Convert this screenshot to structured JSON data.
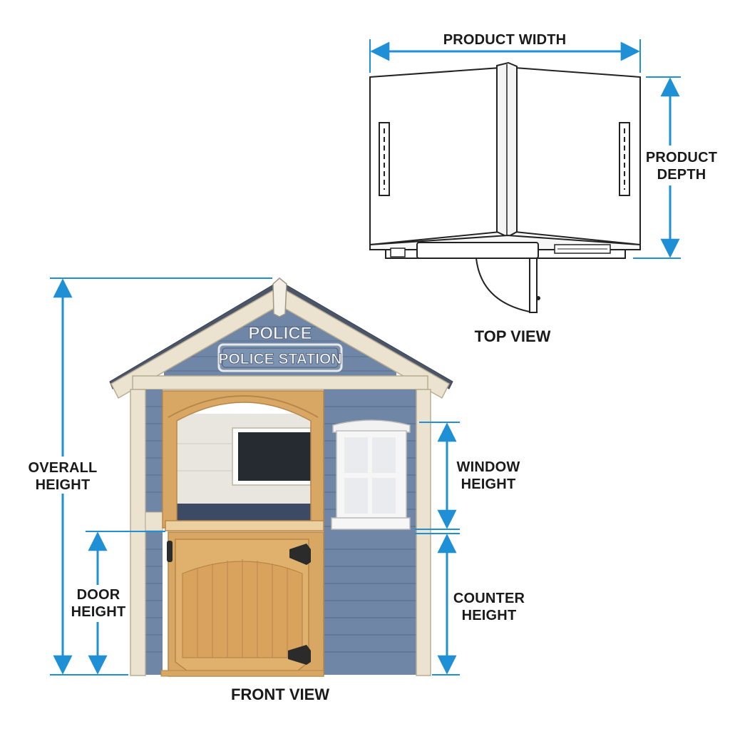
{
  "colors": {
    "dimension_line": "#1f8fd6",
    "siding": "#6f86a6",
    "siding_dark": "#5a6f8f",
    "trim": "#ebe3cf",
    "wood": "#d8a764",
    "wood_dark": "#b9864a",
    "roof": "#4a5668",
    "sign_bg": "#7d93b2",
    "sign_text": "#f3f3f3"
  },
  "labels": {
    "product_width": "PRODUCT WIDTH",
    "product_depth": [
      "PRODUCT",
      "DEPTH"
    ],
    "top_view": "TOP VIEW",
    "overall_height": [
      "OVERALL",
      "HEIGHT"
    ],
    "window_height": [
      "WINDOW",
      "HEIGHT"
    ],
    "door_height": [
      "DOOR",
      "HEIGHT"
    ],
    "counter_height": [
      "COUNTER",
      "HEIGHT"
    ],
    "front_view": "FRONT VIEW"
  },
  "signs": {
    "gable": "POLICE",
    "plaque": "POLICE STATION"
  }
}
